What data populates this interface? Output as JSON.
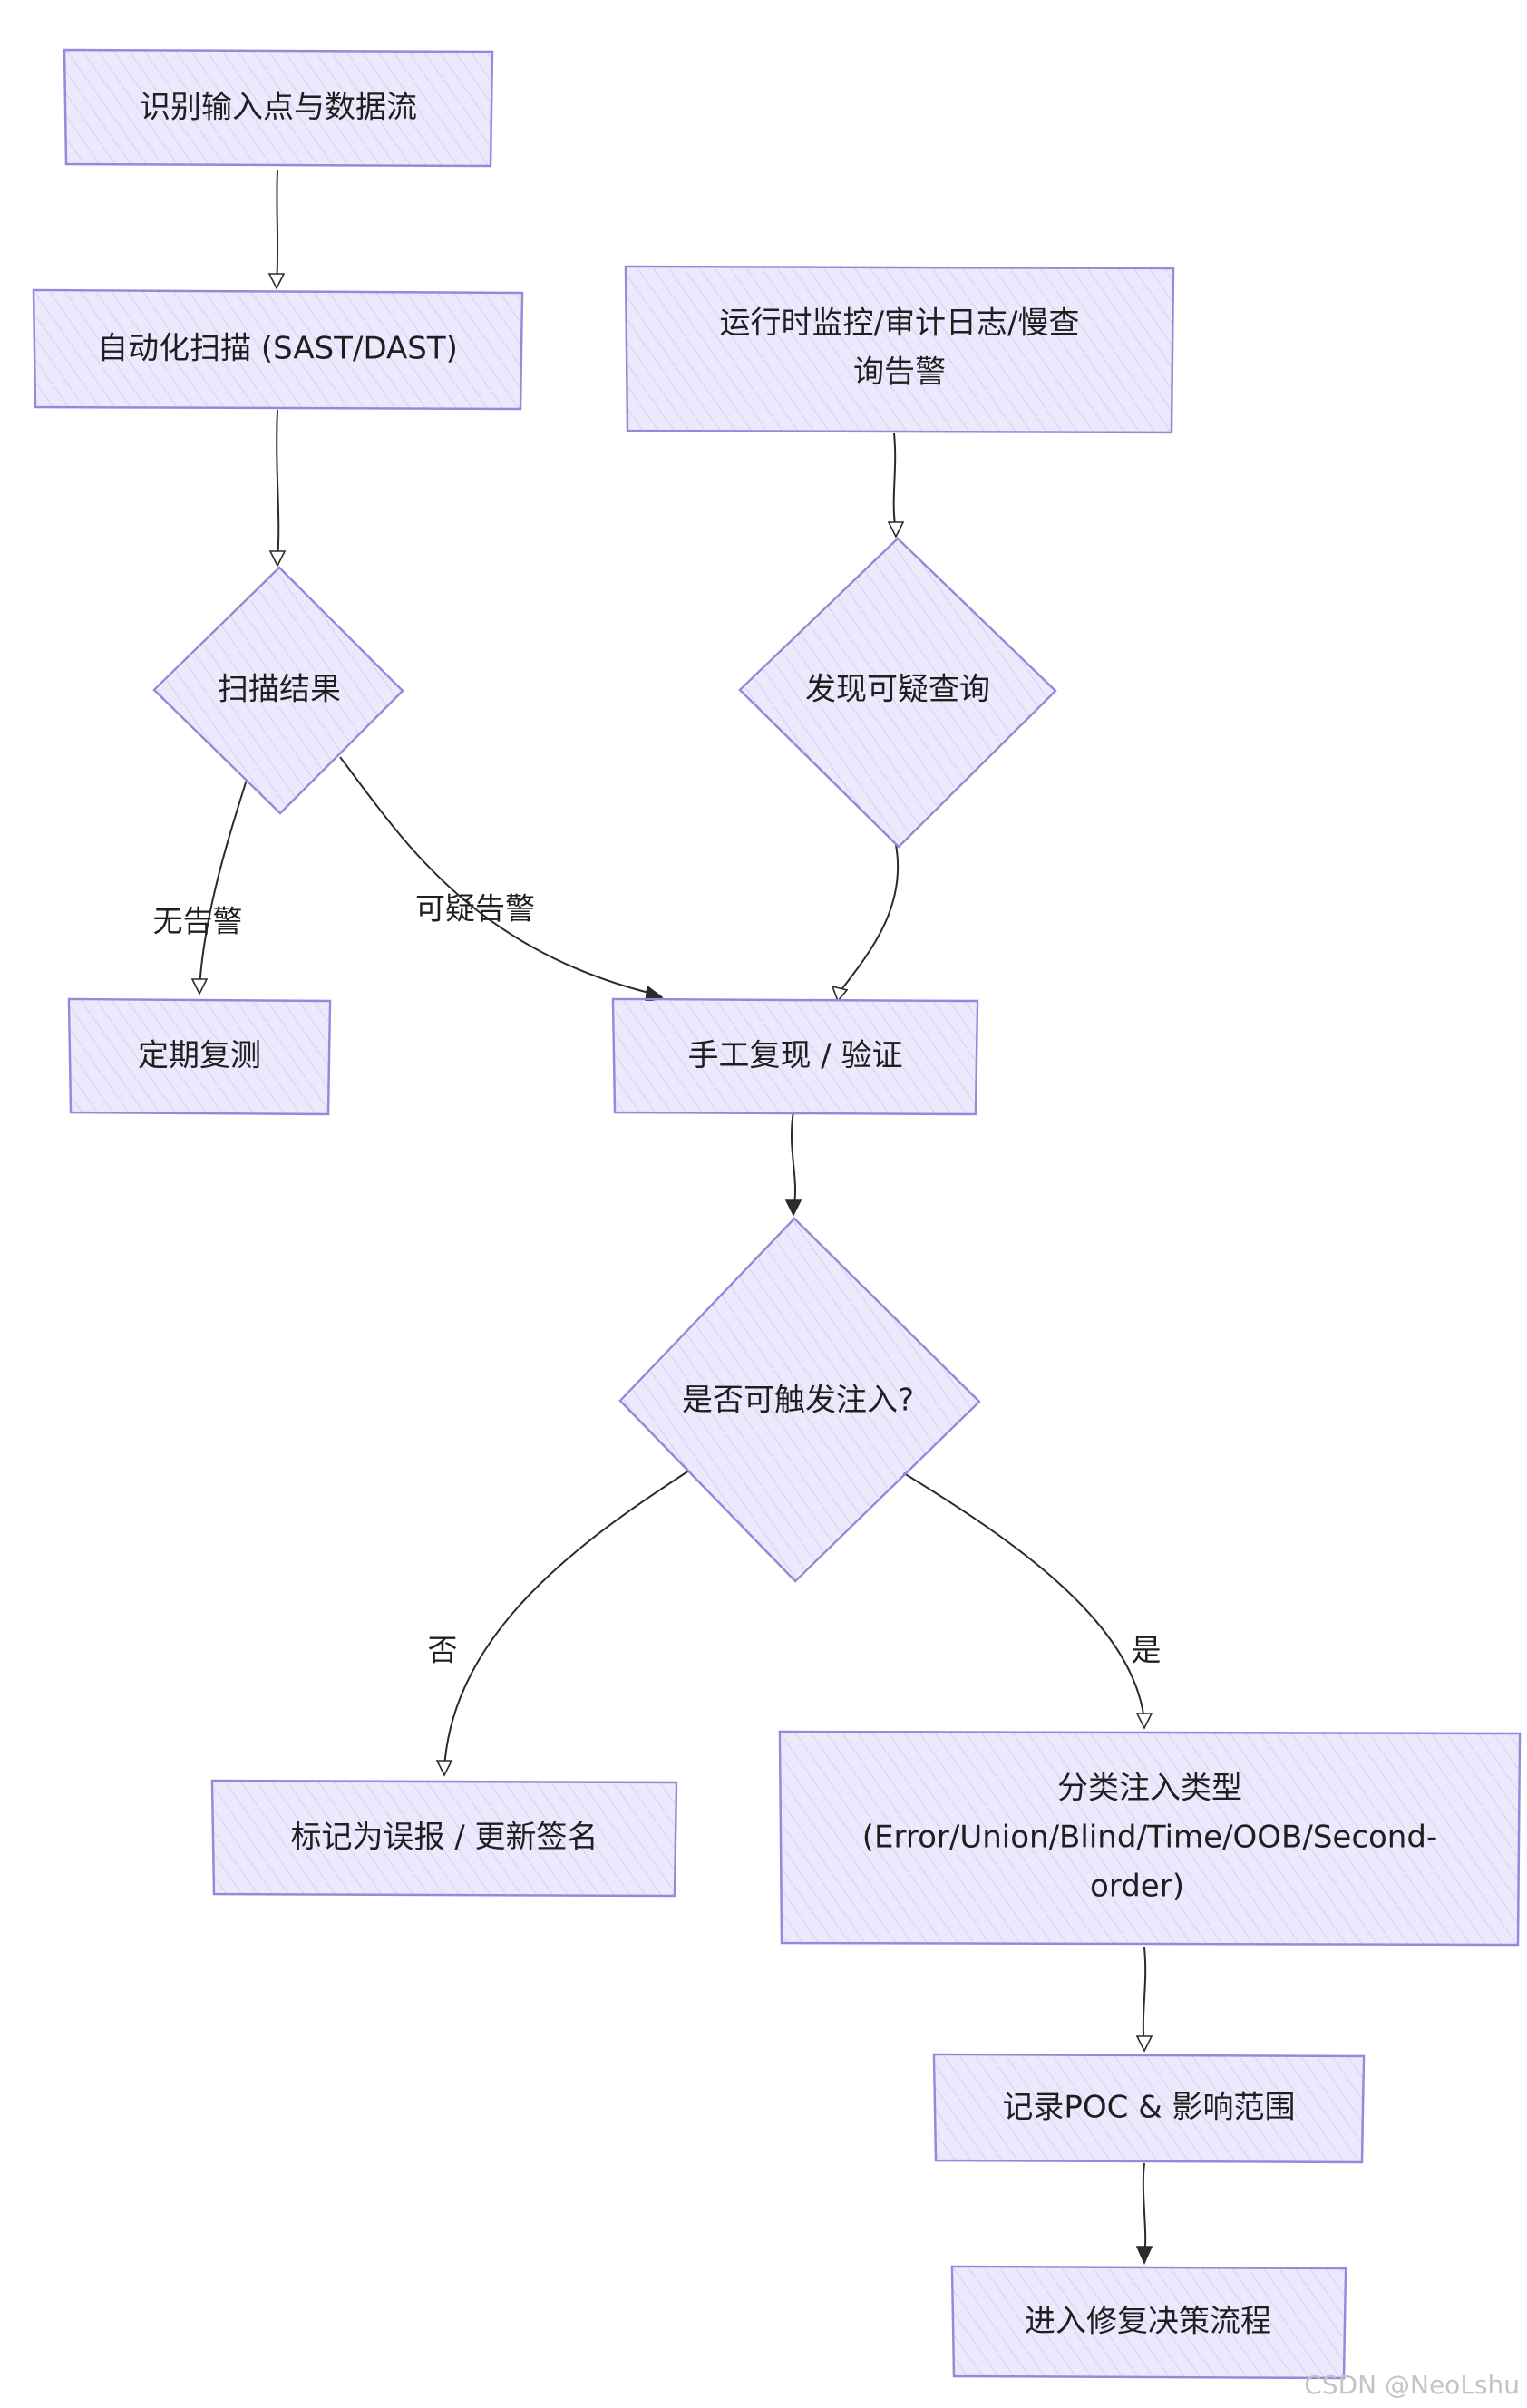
{
  "colors": {
    "node_fill": "#ebeafc",
    "node_stroke": "#9d86d9",
    "hatch": "#c9bff0",
    "edge": "#2b2b2b",
    "watermark": "#c4c4c4"
  },
  "nodes": {
    "identify": {
      "lines": [
        "识别输入点与数据流"
      ]
    },
    "auto_scan": {
      "lines": [
        "自动化扫描 (SAST/DAST)"
      ]
    },
    "scan_result": {
      "lines": [
        "扫描结果"
      ]
    },
    "runtime_monitor": {
      "lines": [
        "运行时监控/审计日志/慢查",
        "询告警"
      ]
    },
    "suspicious_query": {
      "lines": [
        "发现可疑查询"
      ]
    },
    "periodic_retest": {
      "lines": [
        "定期复测"
      ]
    },
    "manual_verify": {
      "lines": [
        "手工复现 / 验证"
      ]
    },
    "injectable": {
      "lines": [
        "是否可触发注入?"
      ]
    },
    "false_positive": {
      "lines": [
        "标记为误报 / 更新签名"
      ]
    },
    "classify": {
      "lines": [
        "分类注入类型",
        "(Error/Union/Blind/Time/OOB/Second-",
        "order)"
      ]
    },
    "record_poc": {
      "lines": [
        "记录POC & 影响范围"
      ]
    },
    "fix_flow": {
      "lines": [
        "进入修复决策流程"
      ]
    }
  },
  "edge_labels": {
    "no_alert": "无告警",
    "suspicious_alert": "可疑告警",
    "no": "否",
    "yes": "是"
  },
  "watermark": "CSDN @NeoLshu"
}
